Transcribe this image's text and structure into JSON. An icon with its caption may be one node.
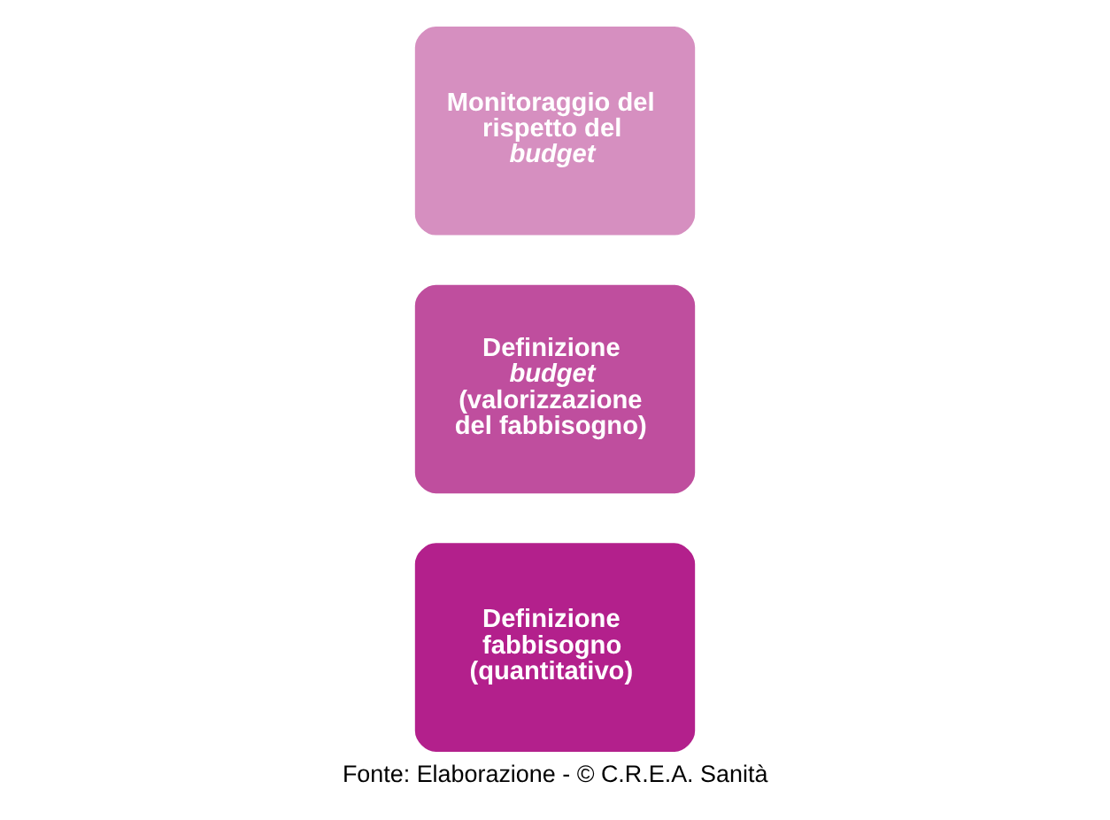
{
  "diagram": {
    "caption": "Fonte: Elaborazione - © C.R.E.A. Sanità",
    "nodes": [
      {
        "text": [
          "Definizione fabbisogno (quantitativo)"
        ]
      },
      {
        "text": [
          "Definizione *budget* (valorizzazione del fabbisogno)"
        ]
      },
      {
        "text": [
          "Monitoraggio del rispetto del *budget*"
        ]
      }
    ]
  }
}
